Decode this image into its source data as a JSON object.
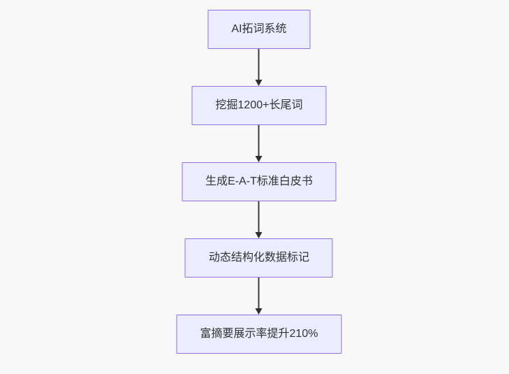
{
  "flowchart": {
    "type": "flowchart",
    "direction": "top-down",
    "nodes": [
      {
        "id": "A",
        "label": "AI拓词系统"
      },
      {
        "id": "B",
        "label": "挖掘1200+长尾词"
      },
      {
        "id": "C",
        "label": "生成E-A-T标准白皮书"
      },
      {
        "id": "D",
        "label": "动态结构化数据标记"
      },
      {
        "id": "E",
        "label": "富摘要展示率提升210%"
      }
    ],
    "edges": [
      {
        "from": "A",
        "to": "B",
        "style": "arrow-down"
      },
      {
        "from": "B",
        "to": "C",
        "style": "arrow-down"
      },
      {
        "from": "C",
        "to": "D",
        "style": "arrow-down"
      },
      {
        "from": "D",
        "to": "E",
        "style": "arrow-down"
      }
    ],
    "colors": {
      "node_fill": "#ECECFF",
      "node_border": "#9370DB",
      "node_text": "#333333",
      "arrow": "#333333",
      "background": "#F8F8F8"
    }
  }
}
